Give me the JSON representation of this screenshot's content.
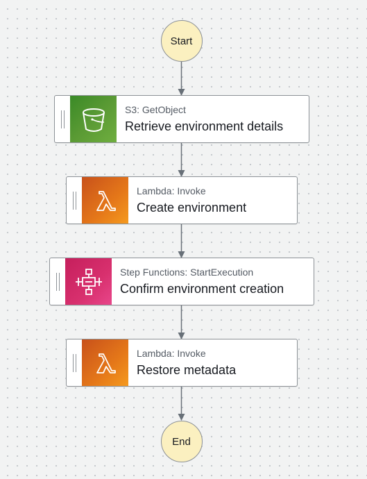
{
  "start": {
    "label": "Start"
  },
  "end": {
    "label": "End"
  },
  "states": [
    {
      "api": "S3: GetObject",
      "label": "Retrieve environment details",
      "service": "s3",
      "icon": "s3-bucket-icon",
      "color": "#3f8624"
    },
    {
      "api": "Lambda: Invoke",
      "label": "Create environment",
      "service": "lambda",
      "icon": "lambda-icon",
      "color": "#e07b1b"
    },
    {
      "api": "Step Functions: StartExecution",
      "label": "Confirm environment creation",
      "service": "stepfunctions",
      "icon": "step-functions-icon",
      "color": "#d6246e"
    },
    {
      "api": "Lambda: Invoke",
      "label": "Restore metadata",
      "service": "lambda",
      "icon": "lambda-icon",
      "color": "#e07b1b"
    }
  ],
  "colors": {
    "terminal_fill": "#fbf0c0",
    "edge": "#687078",
    "card_border": "#8c9196",
    "canvas_bg": "#f2f3f3"
  }
}
